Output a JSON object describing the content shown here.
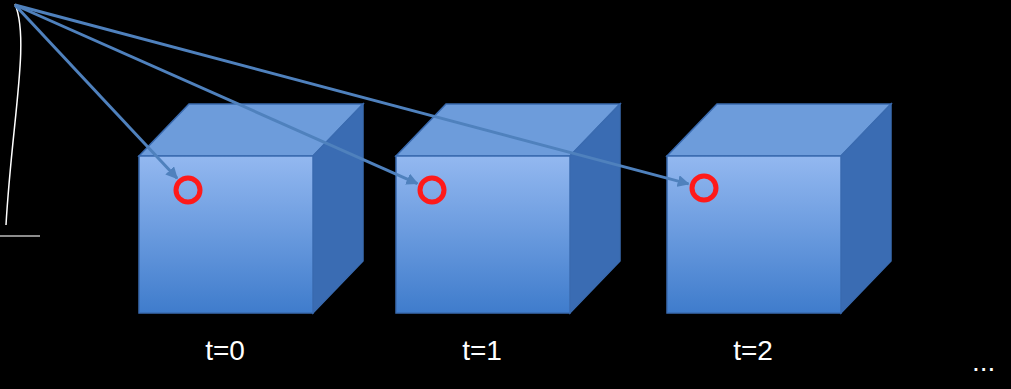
{
  "diagram": {
    "nodes": [
      {
        "text": [
          "t=0"
        ]
      },
      {
        "text": [
          "t=1"
        ]
      },
      {
        "text": [
          "t=2"
        ]
      }
    ],
    "labels": [
      "..."
    ]
  }
}
